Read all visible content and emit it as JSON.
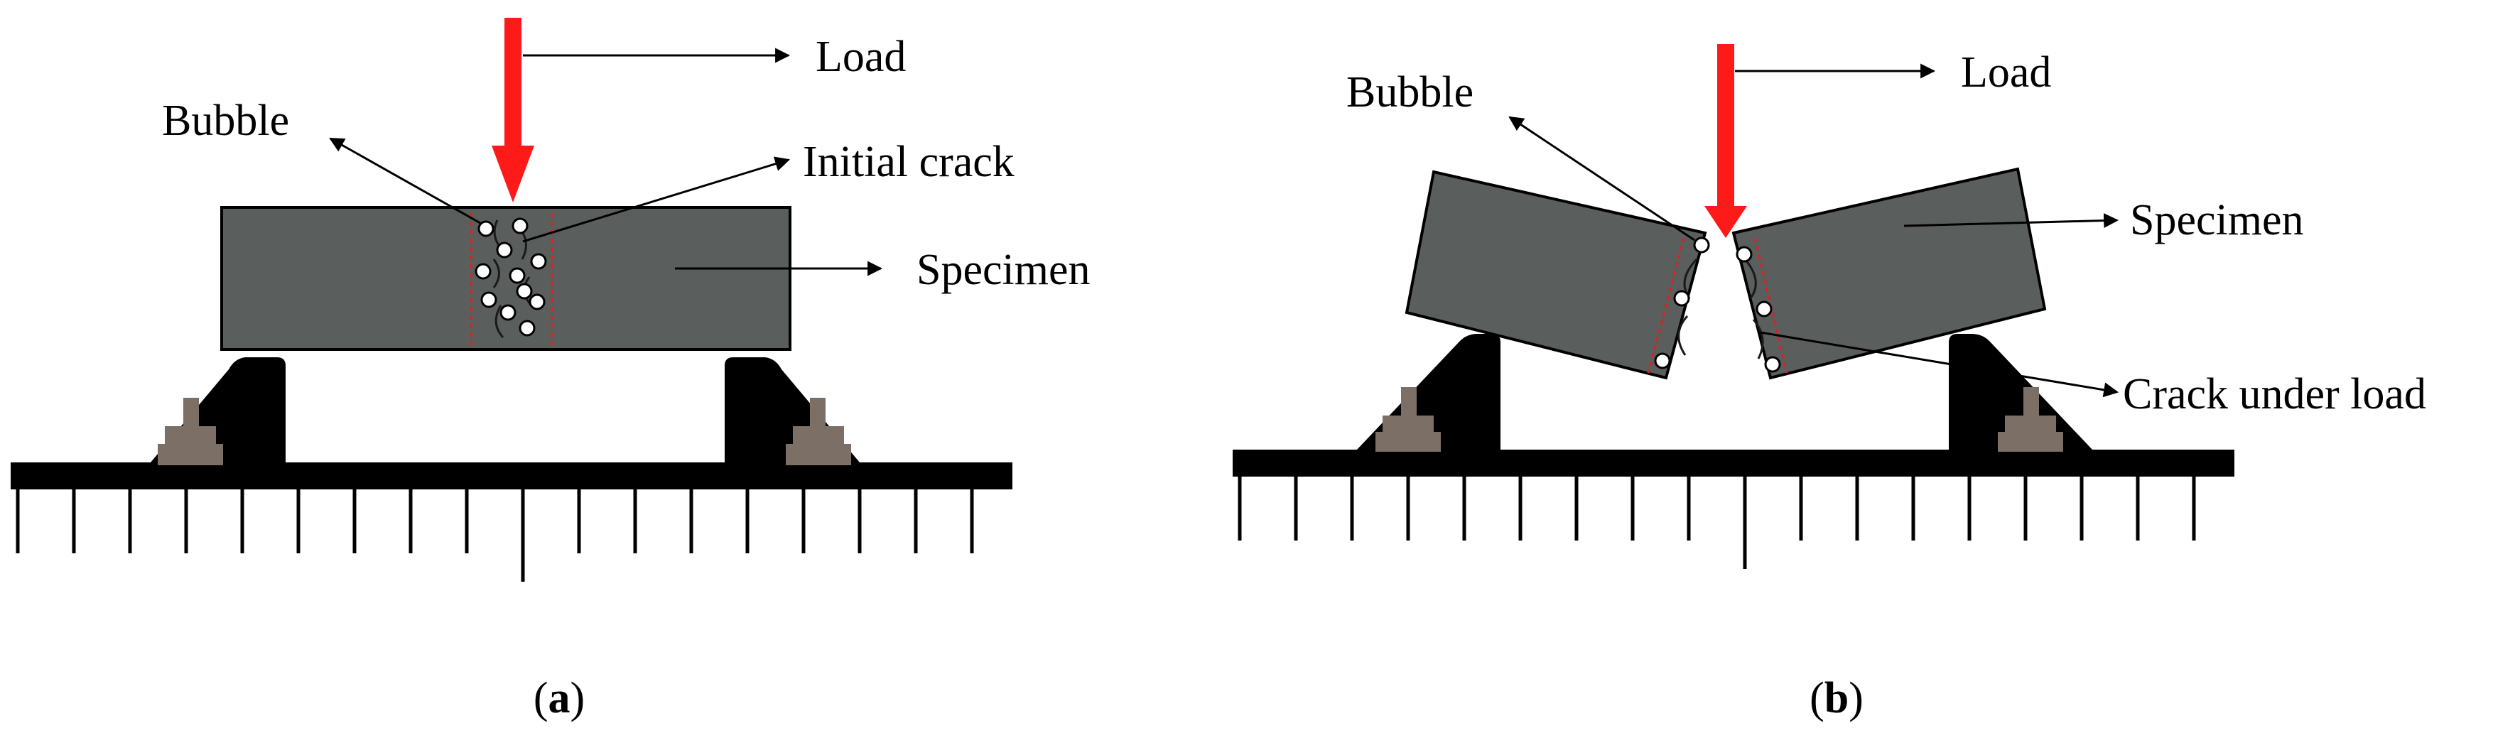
{
  "panel_a": {
    "load_label": "Load",
    "bubble_label": "Bubble",
    "initial_crack_label": "Initial crack",
    "specimen_label": "Specimen",
    "caption_open": "(",
    "caption_letter": "a",
    "caption_close": ")"
  },
  "panel_b": {
    "load_label": "Load",
    "bubble_label": "Bubble",
    "specimen_label": "Specimen",
    "crack_under_load_label": "Crack under load",
    "caption_open": "(",
    "caption_letter": "b",
    "caption_close": ")"
  },
  "colors": {
    "load_arrow": "#ff1a1a",
    "specimen_fill": "#5a5e5c",
    "crack_line": "#e02020",
    "support": "#000000",
    "bolt": "#7b6f66",
    "ground": "#000000"
  }
}
